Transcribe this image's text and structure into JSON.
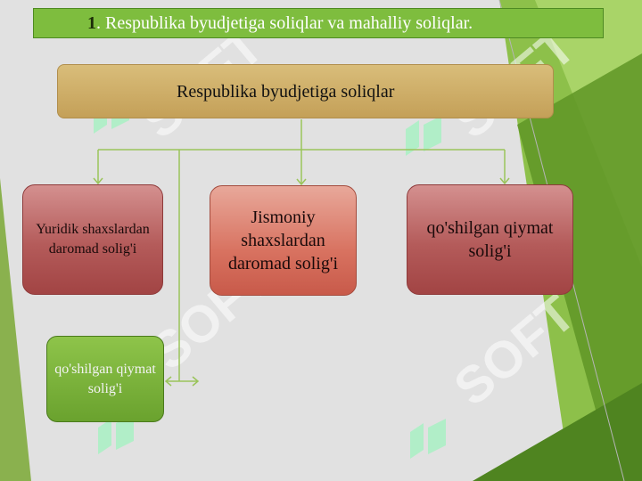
{
  "title": {
    "number": "1",
    "text": ". Respublika byudjetiga soliqlar va mahalliy soliqlar."
  },
  "diagram": {
    "root": "Respublika byudjetiga soliqlar",
    "children": [
      "Yuridik shaxslardan daromad solig'i",
      "Jismoniy shaxslardan daromad solig'i",
      "qo'shilgan qiymat solig'i",
      "qo'shilgan qiymat solig'i"
    ]
  },
  "watermark": {
    "text": "SOFT"
  },
  "colors": {
    "title_bar": "#7ebd3e",
    "root_box": "#d2b26c",
    "child_boxes": "#b45b5a",
    "green_box": "#7ab13b",
    "connector": "#9ac45a"
  }
}
